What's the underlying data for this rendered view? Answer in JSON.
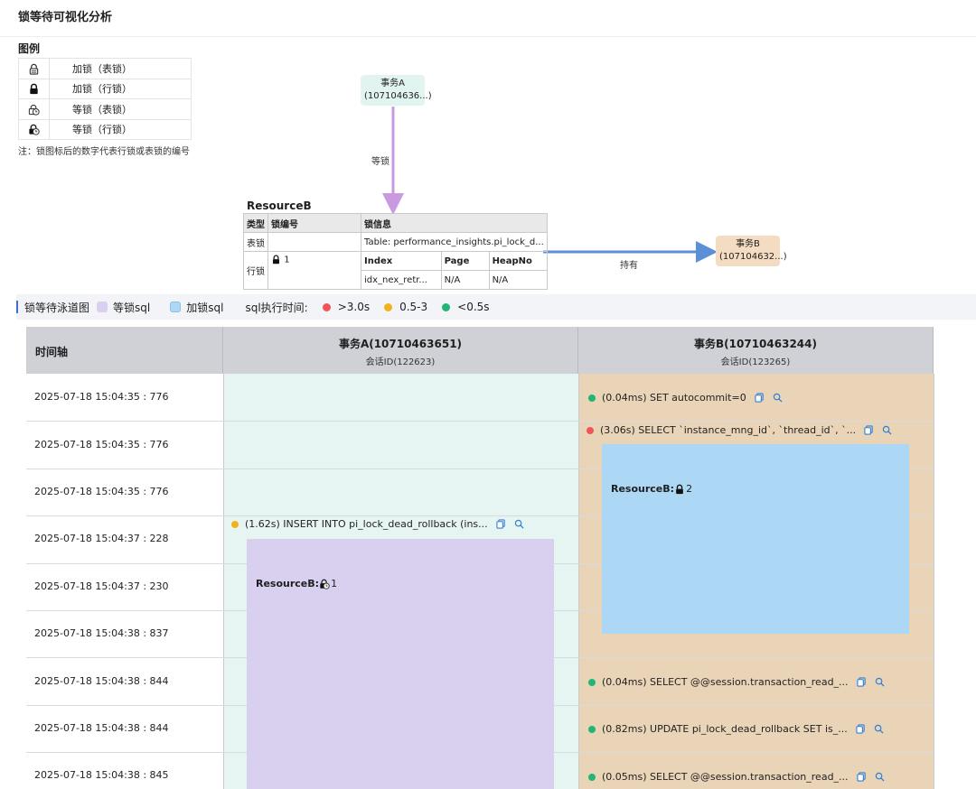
{
  "page": {
    "title": "锁等待可视化分析"
  },
  "legend": {
    "title": "图例",
    "items": [
      {
        "icon": "table-lock-icon",
        "label": "加锁（表锁）"
      },
      {
        "icon": "row-lock-icon",
        "label": "加锁（行锁）"
      },
      {
        "icon": "table-lock-wait-icon",
        "label": "等锁（表锁）"
      },
      {
        "icon": "row-lock-wait-icon",
        "label": "等锁（行锁）"
      }
    ],
    "note": "注：锁图标后的数字代表行锁或表锁的编号"
  },
  "graph": {
    "txn_a": {
      "name": "事务A",
      "id": "(107104636...)"
    },
    "txn_b": {
      "name": "事务B",
      "id": "(107104632...)"
    },
    "edge_wait_label": "等锁",
    "edge_hold_label": "持有",
    "resource": {
      "title": "ResourceB",
      "headers": [
        "类型",
        "锁编号",
        "锁信息"
      ],
      "row1": {
        "type": "表锁",
        "lock_no": "",
        "info": "Table: performance_insights.pi_lock_d..."
      },
      "row2": {
        "type": "行锁",
        "lock_no": "1",
        "sub_headers": [
          "Index",
          "Page",
          "HeapNo"
        ],
        "sub_values": [
          "idx_nex_retr...",
          "N/A",
          "N/A"
        ]
      }
    }
  },
  "swimlane": {
    "title": "锁等待泳道图",
    "legend_wait_sql": "等锁sql",
    "legend_lock_sql": "加锁sql",
    "exec_time_label": "sql执行时间:",
    "exec_time_levels": [
      ">3.0s",
      "0.5-3",
      "<0.5s"
    ],
    "colors": {
      "slow": "#f0555b",
      "medium": "#f2b21a",
      "fast": "#22b573",
      "wait_sql": "#d9d0ef",
      "lock_sql": "#add8f5",
      "txn_a_bg": "#e7f5f2",
      "txn_b_bg": "#ead4b8"
    },
    "time_header": "时间轴",
    "columns": [
      {
        "title": "事务A(10710463651)",
        "session": "会话ID(122623)"
      },
      {
        "title": "事务B(10710463244)",
        "session": "会话ID(123265)"
      }
    ],
    "times": [
      "2025-07-18 15:04:35 : 776",
      "2025-07-18 15:04:35 : 776",
      "2025-07-18 15:04:35 : 776",
      "2025-07-18 15:04:37 : 228",
      "2025-07-18 15:04:37 : 230",
      "2025-07-18 15:04:38 : 837",
      "2025-07-18 15:04:38 : 844",
      "2025-07-18 15:04:38 : 844",
      "2025-07-18 15:04:38 : 845"
    ],
    "sqls_b": [
      {
        "level": "fast",
        "text": "(0.04ms) SET autocommit=0"
      },
      {
        "level": "slow",
        "text": "(3.06s) SELECT `instance_mng_id`, `thread_id`, `..."
      },
      {
        "level": "fast",
        "text": "(0.04ms) SELECT @@session.transaction_read_..."
      },
      {
        "level": "fast",
        "text": "(0.82ms) UPDATE pi_lock_dead_rollback SET is_..."
      },
      {
        "level": "fast",
        "text": "(0.05ms) SELECT @@session.transaction_read_..."
      }
    ],
    "sqls_a": [
      {
        "level": "medium",
        "text": "(1.62s) INSERT INTO pi_lock_dead_rollback (ins..."
      }
    ],
    "lock_block_b": {
      "label": "ResourceB:",
      "num": "2"
    },
    "lock_block_a": {
      "label": "ResourceB:",
      "num": "1"
    }
  }
}
